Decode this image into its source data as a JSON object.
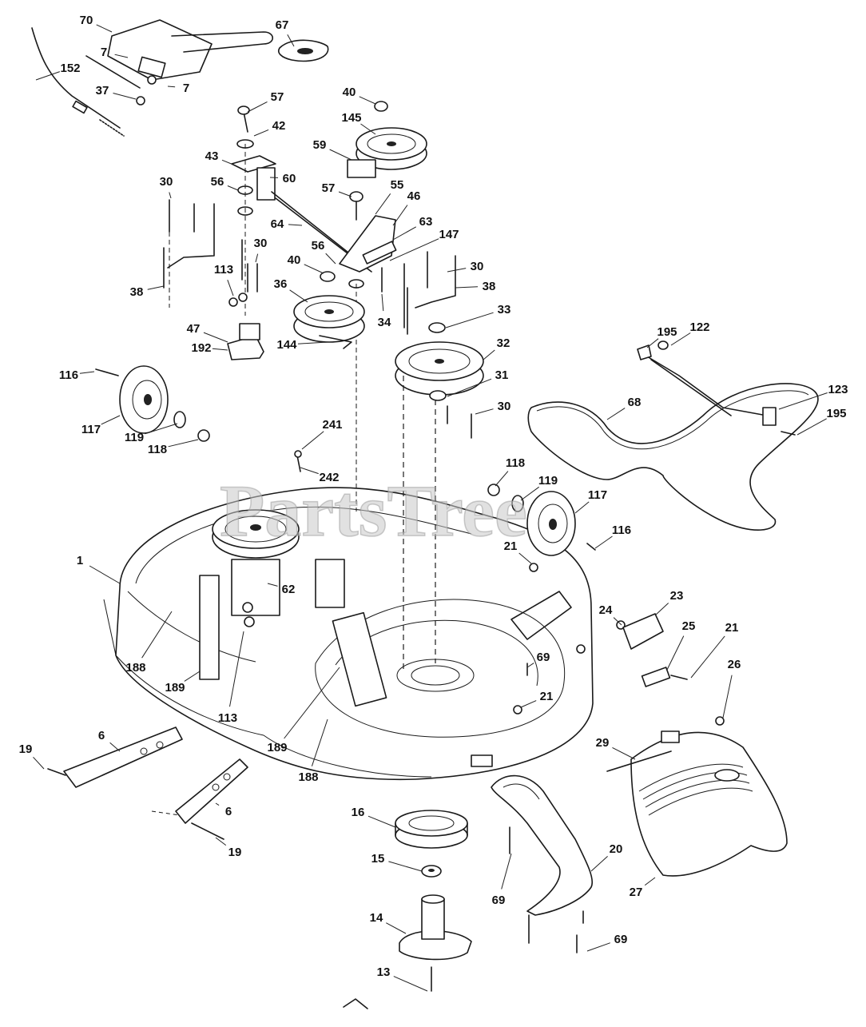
{
  "watermark": "PartsTree",
  "part_labels": [
    "70",
    "67",
    "152",
    "7",
    "7",
    "37",
    "57",
    "40",
    "42",
    "145",
    "59",
    "43",
    "56",
    "60",
    "30",
    "57",
    "55",
    "46",
    "64",
    "63",
    "147",
    "30",
    "56",
    "40",
    "30",
    "113",
    "38",
    "36",
    "38",
    "34",
    "33",
    "195",
    "122",
    "47",
    "192",
    "144",
    "32",
    "116",
    "31",
    "123",
    "68",
    "30",
    "195",
    "117",
    "119",
    "118",
    "241",
    "242",
    "118",
    "119",
    "117",
    "116",
    "1",
    "21",
    "62",
    "23",
    "24",
    "25",
    "21",
    "69",
    "188",
    "26",
    "189",
    "21",
    "113",
    "189",
    "29",
    "19",
    "6",
    "188",
    "16",
    "6",
    "19",
    "15",
    "20",
    "27",
    "69",
    "14",
    "69",
    "13"
  ]
}
